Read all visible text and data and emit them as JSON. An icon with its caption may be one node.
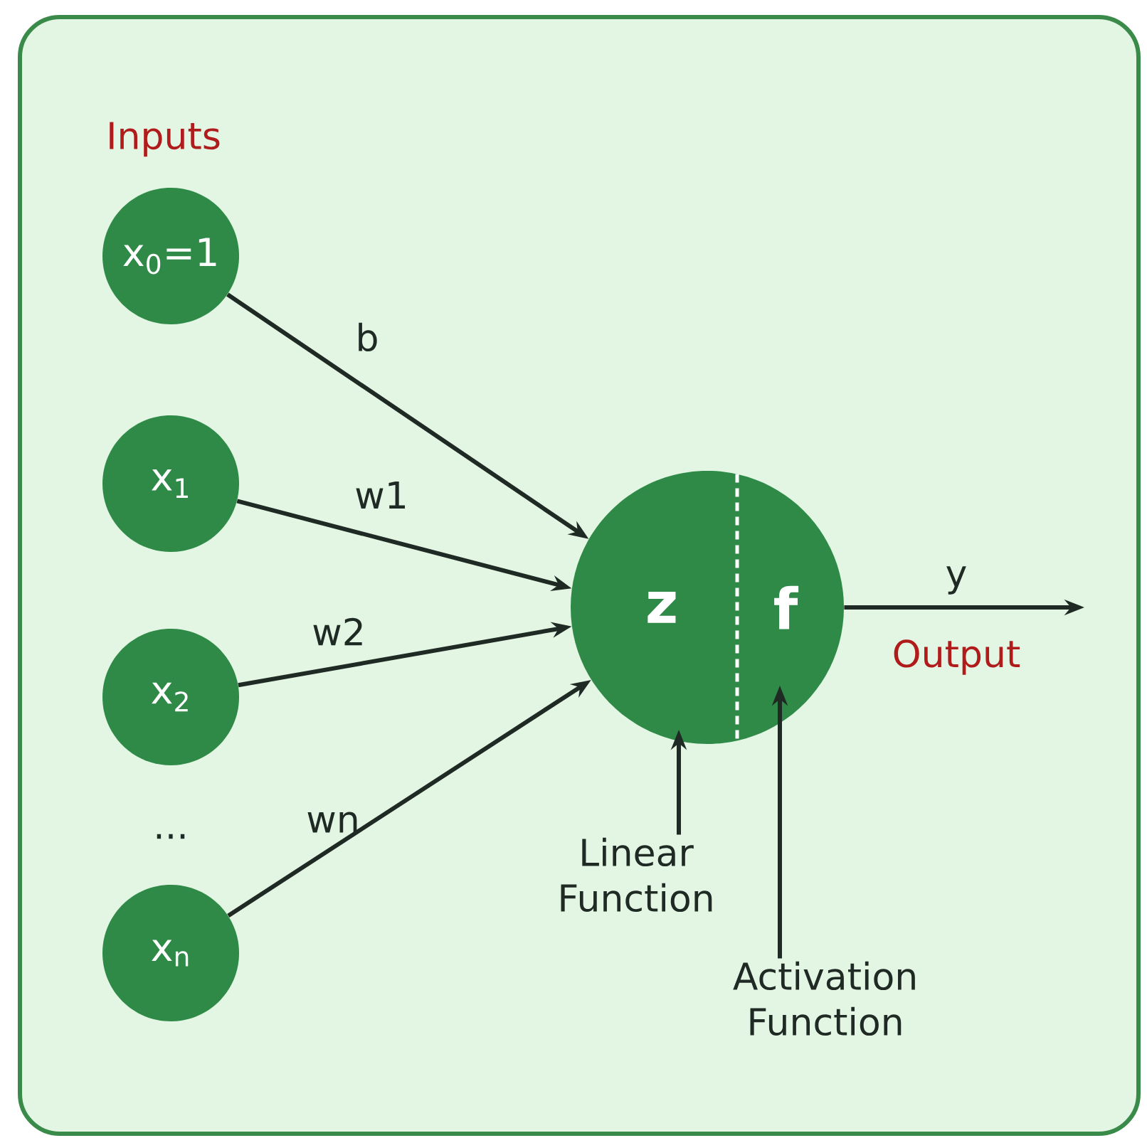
{
  "diagram": {
    "nodes": [
      {
        "text": [
          "x$_{0}$=1"
        ]
      },
      {
        "text": [
          "x$_{1}$"
        ]
      },
      {
        "text": [
          "x$_{2}$"
        ]
      },
      {
        "text": [
          "x$_{n}$"
        ]
      },
      {
        "text": [
          "z",
          "f"
        ]
      },
      {
        "text": [
          "Linear Function"
        ]
      },
      {
        "text": [
          "Activation Function"
        ]
      }
    ],
    "edges": [
      {
        "from": 0,
        "to": 4,
        "arrow": "to",
        "label": "b"
      },
      {
        "from": 1,
        "to": 4,
        "arrow": "to",
        "label": "w1"
      },
      {
        "from": 2,
        "to": 4,
        "arrow": "to",
        "label": "w2"
      },
      {
        "from": 3,
        "to": 4,
        "arrow": "to",
        "label": "wn"
      },
      {
        "from": 4,
        "to": null,
        "arrow": "to",
        "label": "y"
      },
      {
        "from": 5,
        "to": 4,
        "arrow": "to"
      },
      {
        "from": 6,
        "to": 4,
        "arrow": "to"
      }
    ],
    "labels": [
      "Inputs",
      "...",
      "Output"
    ]
  }
}
